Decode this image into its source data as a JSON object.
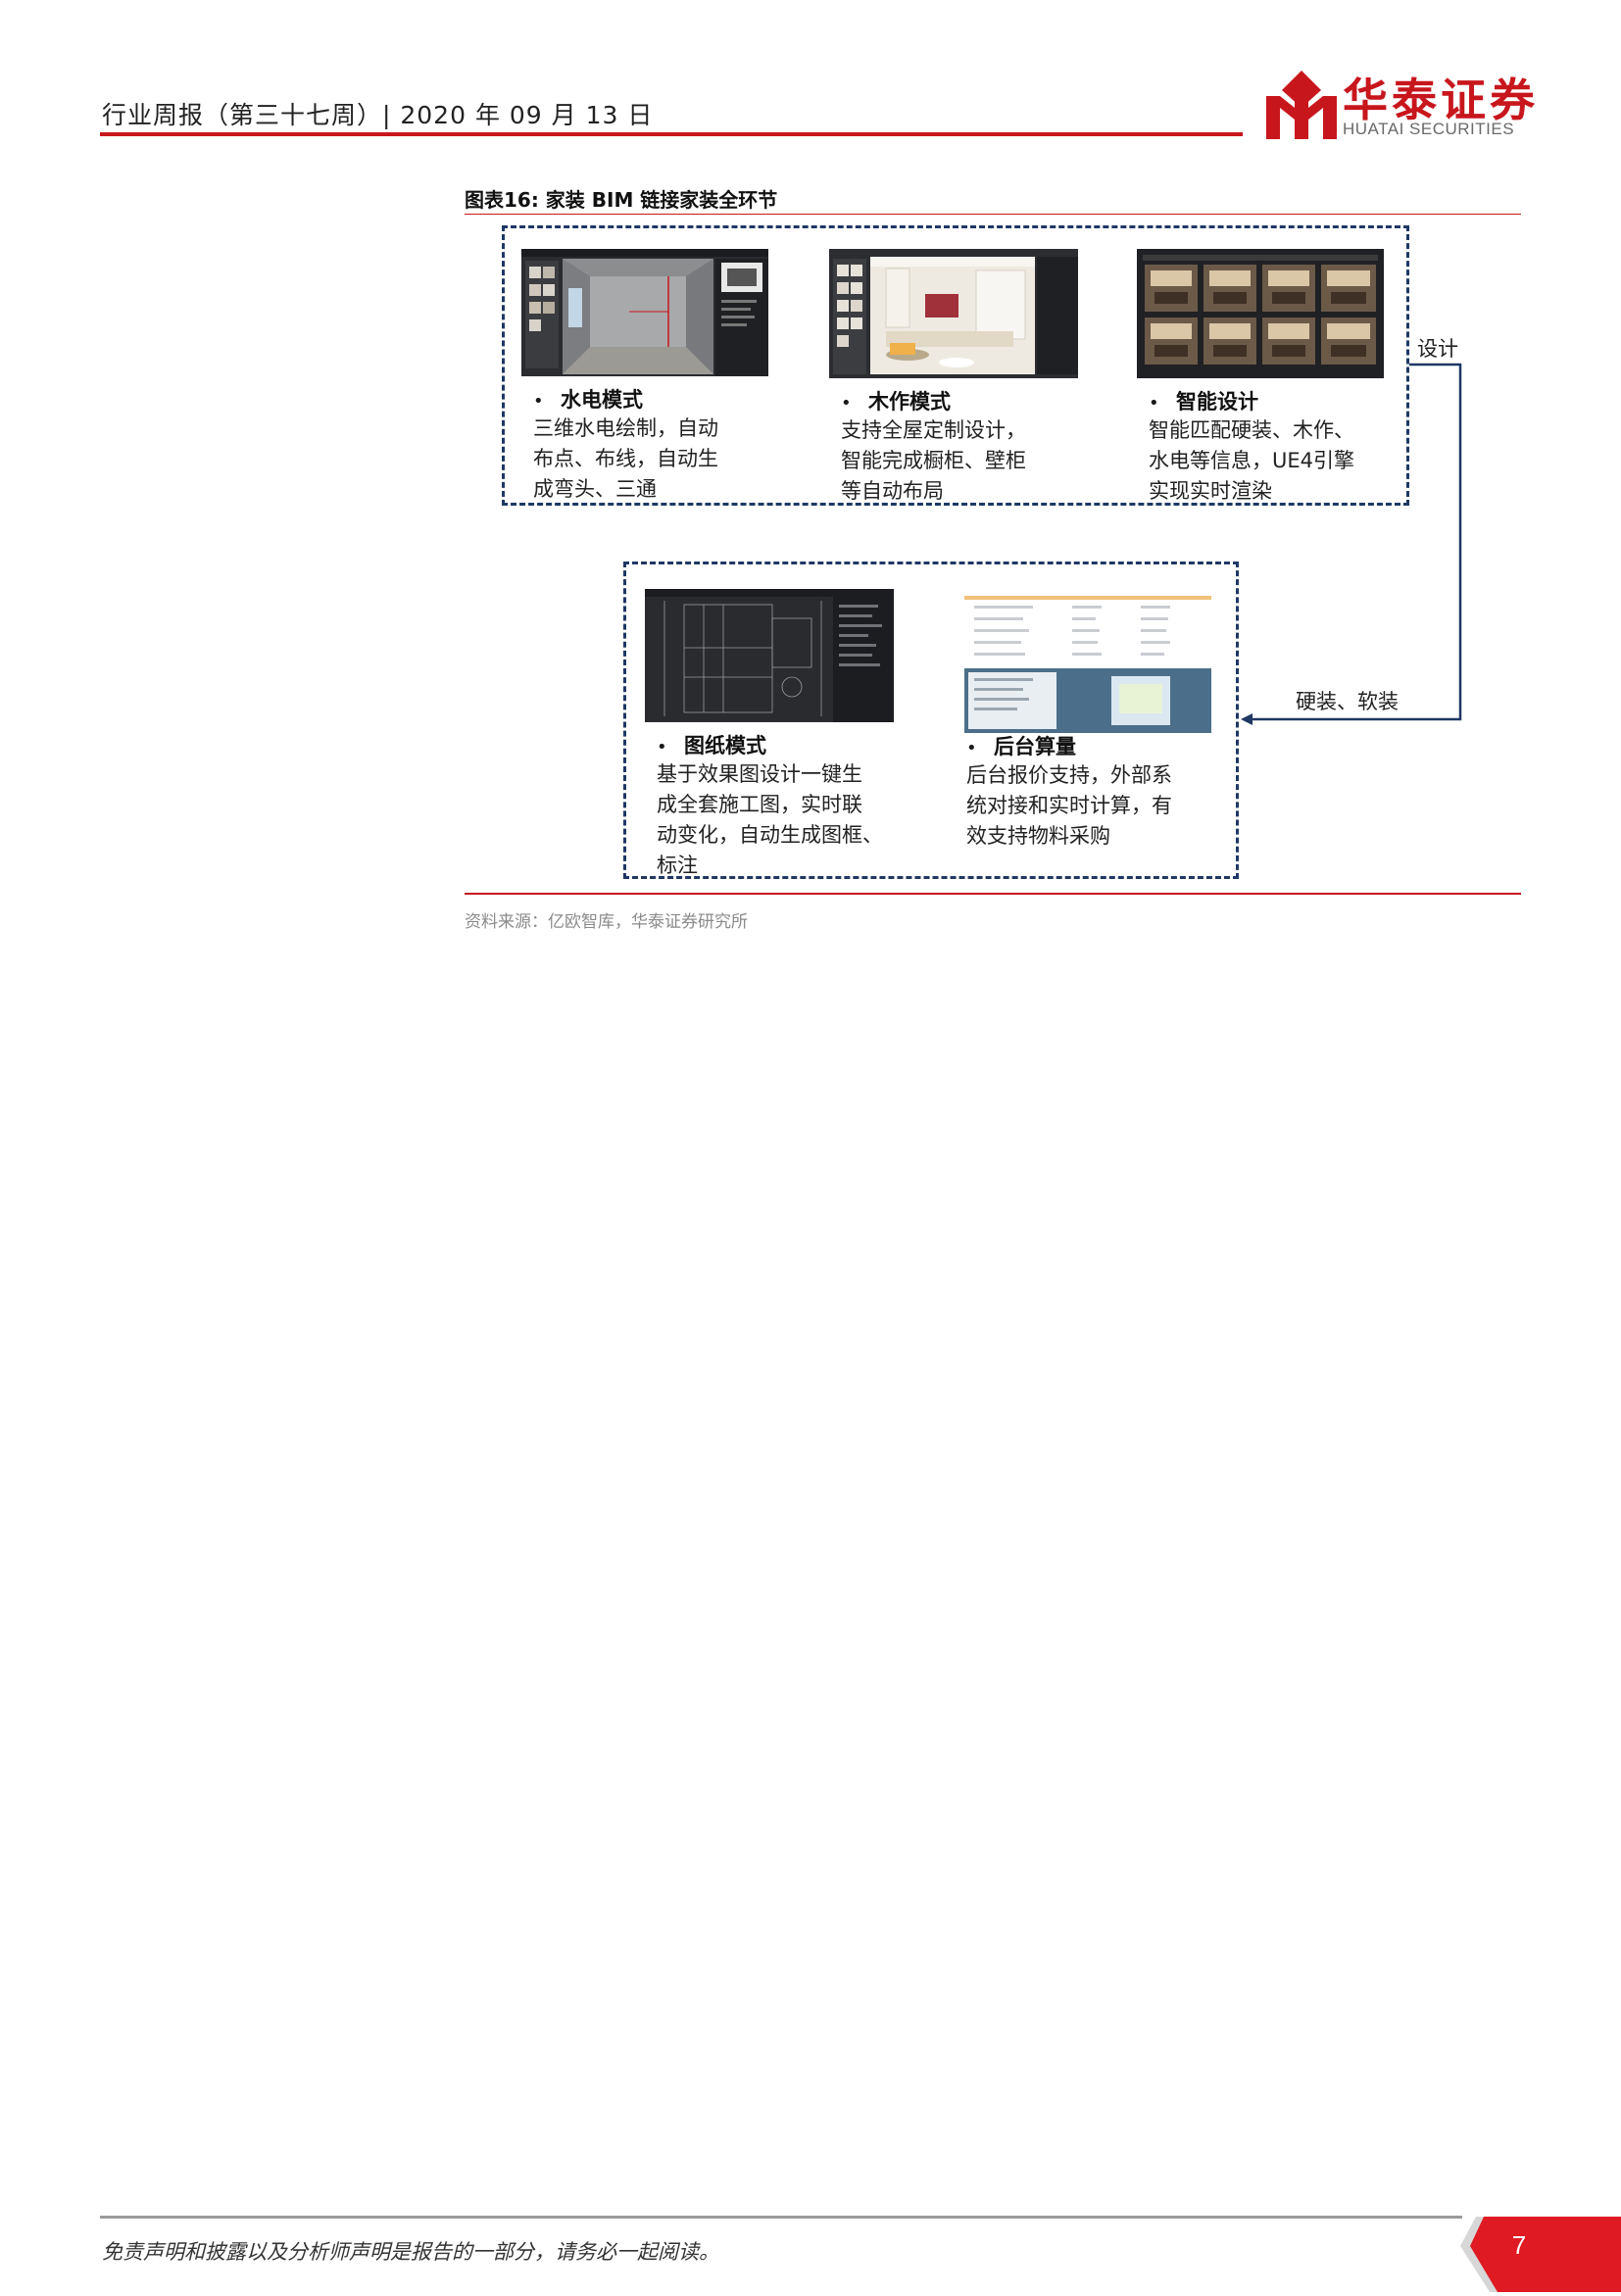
{
  "header": {
    "title": "行业周报（第三十七周）| 2020 年 09 月 13 日",
    "logo_cn": "华泰证券",
    "logo_en": "HUATAI SECURITIES"
  },
  "figure": {
    "caption": "图表16:    家装 BIM 链接家装全环节",
    "steps": [
      {
        "title": "水电模式",
        "desc": [
          "三维水电绘制，自动",
          "布点、布线，自动生",
          "成弯头、三通"
        ]
      },
      {
        "title": "木作模式",
        "desc": [
          "支持全屋定制设计，",
          "智能完成橱柜、壁柜",
          "等自动布局"
        ]
      },
      {
        "title": "智能设计",
        "desc": [
          "智能匹配硬装、木作、",
          "水电等信息，UE4引擎",
          "实现实时渲染"
        ]
      },
      {
        "title": "图纸模式",
        "desc": [
          "基于效果图设计一键生",
          "成全套施工图，实时联",
          "动变化，自动生成图框、",
          "标注"
        ]
      },
      {
        "title": "后台算量",
        "desc": [
          "后台报价支持，外部系",
          "统对接和实时计算，有",
          "效支持物料采购"
        ]
      }
    ],
    "connector_labels": {
      "design": "设计",
      "decoration": "硬装、软装"
    },
    "source": "资料来源：亿欧智库，华泰证券研究所"
  },
  "footer": {
    "disclaimer": "免责声明和披露以及分析师声明是报告的一部分，请务必一起阅读。",
    "page_number": "7"
  },
  "colors": {
    "brand_red": "#c8161d",
    "box_navy": "#1f3864"
  },
  "icons": {
    "bullet": "•"
  }
}
